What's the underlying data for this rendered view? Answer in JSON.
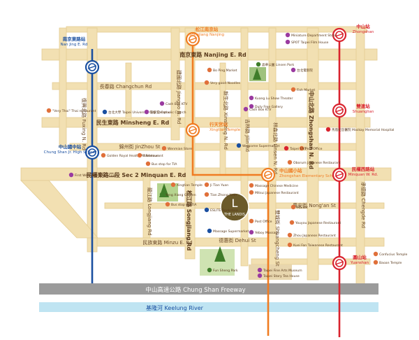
{
  "colors": {
    "road": "#f2e0b2",
    "road_stroke": "#e6cf98",
    "blue_line": "#1a4fa0",
    "orange_line": "#f07c22",
    "red_line": "#d9232e",
    "freeway": "#9b9b9b",
    "river": "#bfe4f2",
    "park": "#9fc27d",
    "landis": "#6b5a2a"
  },
  "stations": {
    "nanjing": {
      "zh": "南京東路站",
      "en": "Nan Jing E. Rd"
    },
    "songjiang": {
      "zh": "松江南京站",
      "en": "Songjiang Nanjing"
    },
    "zhongshan": {
      "zh": "中山站",
      "en": "Zhongshan"
    },
    "shuanglian": {
      "zh": "雙連站",
      "en": "Shuanglian"
    },
    "xingtian": {
      "zh": "行天宮站",
      "en": "Xingtian Temple"
    },
    "zhongshan_jr": {
      "zh": "中山國中站",
      "en": "Chung Shan Jr. High School"
    },
    "zhongshan_elem": {
      "zh": "中山國小站",
      "en": "Zhongshan Elementary School"
    },
    "minquan": {
      "zh": "民權西路站",
      "en": "Minquan W. Rd."
    },
    "yuanshan": {
      "zh": "圓山站",
      "en": "Yuanshan"
    }
  },
  "roads": {
    "nanjing": "南京東路 Nanjing E. Rd",
    "changchun": "長春路 Changchun Rd",
    "minsheng": "民生東路 Minsheng E. Rd",
    "fuxing": "復興北路 Fuxing N. Rd",
    "jianguo": "建國北路 Jianguo N. Rd",
    "longjiang": "龍江路 Longjiang Rd",
    "jilin": "吉林路 Jilin Rd",
    "linsen": "林森北路 Linsen N. Rd",
    "zhongshan_n": "中山北路 Zhongshan N. Rd",
    "minquan_e": "民權東路二段 Sec 2 Minquan E. Rd",
    "songjiang": "松江路 Songjiang Rd",
    "minzu": "民族東路 Minzu E. Rd",
    "chengde": "承德路 Chengde Rd",
    "shuangcheng": "雙城街 Shuangcheng St",
    "dehui": "德惠街 Dehui St",
    "jinzhou": "錦州街 JinZhou St",
    "xinsheng": "新生北路 Xinsheng N. Rd",
    "nongan": "農安街 Nong'an St"
  },
  "freeway": "中山高速公路 Chung Shan Freeway",
  "river": "基隆河 Keelung River",
  "hotel": "THE LANDIS",
  "pois": [
    "Bo Ping Market",
    "Very good Noodles",
    "晶華公園 Linsen Park",
    "台北電影院",
    "Fish Market",
    "SPOT Taipei Film House",
    "Miniature Department Store",
    "Kuang Lu Show Theater",
    "Duty Free Gallery",
    "台北大學 Taipei University City Campus",
    "\"Very Thai\" Thai restaurant",
    "聖家堂 Catholic Church",
    "Cash Box KTV",
    "Cash Box KTV",
    "馬偕紀念醫院 Mackay Memorial Hospital",
    "Post Office",
    "Golden Royal Health Pit Restaurant",
    "Wellcome Supermarket",
    "Taipei ENT",
    "Barbecue",
    "Bus stop for TIA",
    "Oborum Japanese Restaurant",
    "Wenmian Store",
    "First Well Duty Free Shop",
    "Xingtian Temple",
    "Yong Xiang Garden",
    "Bus stop for TIA",
    "Ji Tian Yuan",
    "Tian Zhong Yuan",
    "ESLITE Bookstore",
    "Massage Chinese Medicine",
    "Mitsui Japanese Restaurant",
    "Market",
    "Post Office",
    "Youyou Japanese Restaurant",
    "Massage Supermarket",
    "Yeboy Massage",
    "Zhou Japanese Restaurant",
    "Kuei Fan Taiwanese Restaurant",
    "Taipei Fine Arts Museum",
    "Taipei Story Tea House",
    "Confucius Temple",
    "Baoan Temple",
    "Fun Sheng Park"
  ]
}
